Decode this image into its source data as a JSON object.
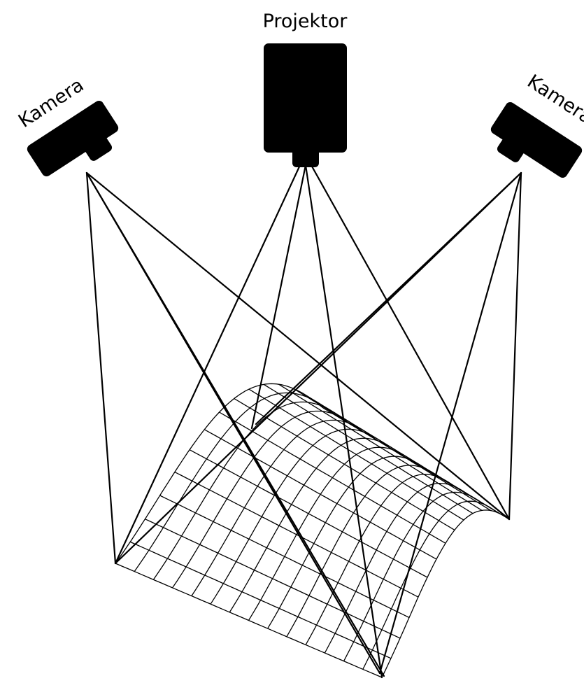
{
  "labels": {
    "projector": "Projektor",
    "camera_left": "Kamera",
    "camera_right": "Kamera"
  },
  "colors": {
    "ink": "#000000",
    "background": "#ffffff"
  }
}
